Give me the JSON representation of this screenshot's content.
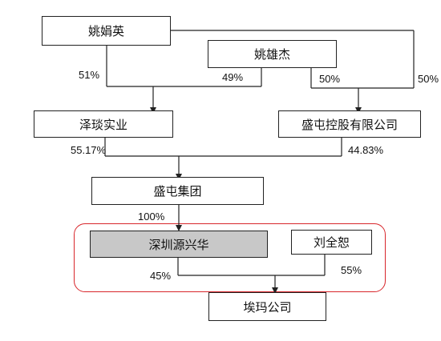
{
  "diagram": {
    "nodes": {
      "yao_juanying": "姚娟英",
      "yao_xiongjie": "姚雄杰",
      "zetan_shiye": "泽琰实业",
      "shengtun_konggu": "盛屯控股有限公司",
      "shengtun_jituan": "盛屯集团",
      "shenzhen_yuanxinghua": "深圳源兴华",
      "liu_quanshu": "刘全恕",
      "aima_gongsi": "埃玛公司"
    },
    "percentages": {
      "yjy_to_zt": "51%",
      "yxj_to_zt": "49%",
      "yxj_to_st": "50%",
      "yjy_to_st": "50%",
      "zt_to_group": "55.17%",
      "st_to_group": "44.83%",
      "group_to_szyxh": "100%",
      "szyxh_to_aima": "45%",
      "liu_to_aima": "55%"
    },
    "colors": {
      "highlight_box": "#c8c8c8",
      "highlight_border": "#d8262b",
      "line": "#222222"
    }
  }
}
